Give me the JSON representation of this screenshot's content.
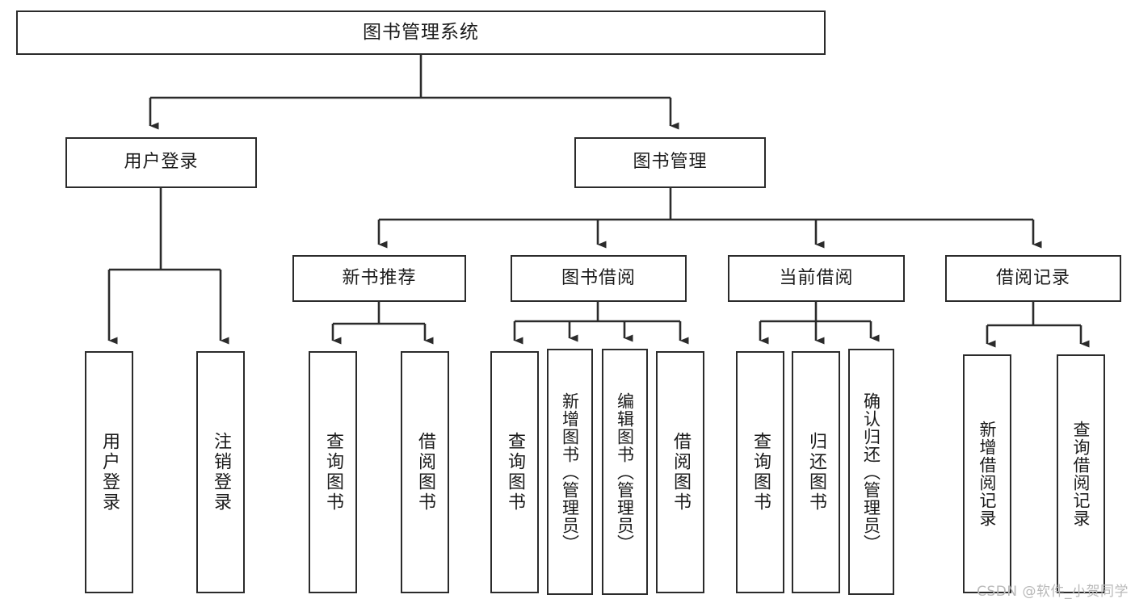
{
  "diagram": {
    "type": "hierarchy-tree",
    "title": "图书管理系统",
    "root": {
      "label": "图书管理系统"
    },
    "level2": [
      {
        "id": "user-login",
        "label": "用户登录"
      },
      {
        "id": "book-manage",
        "label": "图书管理"
      }
    ],
    "level3": [
      {
        "id": "new-book-recommend",
        "label": "新书推荐"
      },
      {
        "id": "book-borrow",
        "label": "图书借阅"
      },
      {
        "id": "current-borrow",
        "label": "当前借阅"
      },
      {
        "id": "borrow-record",
        "label": "借阅记录"
      }
    ],
    "leaves": {
      "user_login": [
        {
          "id": "leaf-user-login",
          "label": "用户登录"
        },
        {
          "id": "leaf-logout-login",
          "label": "注销登录"
        }
      ],
      "new_book_recommend": [
        {
          "id": "leaf-query-book-1",
          "label": "查询图书"
        },
        {
          "id": "leaf-borrow-book-1",
          "label": "借阅图书"
        }
      ],
      "book_borrow": [
        {
          "id": "leaf-query-book-2",
          "label": "查询图书"
        },
        {
          "id": "leaf-add-book",
          "label": "新增图书（管理员）"
        },
        {
          "id": "leaf-edit-book",
          "label": "编辑图书（管理员）"
        },
        {
          "id": "leaf-borrow-book-2",
          "label": "借阅图书"
        }
      ],
      "current_borrow": [
        {
          "id": "leaf-query-book-3",
          "label": "查询图书"
        },
        {
          "id": "leaf-return-book",
          "label": "归还图书"
        },
        {
          "id": "leaf-confirm-return",
          "label": "确认归还（管理员）"
        }
      ],
      "borrow_record": [
        {
          "id": "leaf-add-record",
          "label": "新增借阅记录"
        },
        {
          "id": "leaf-query-record",
          "label": "查询借阅记录"
        }
      ]
    }
  },
  "watermark": {
    "text": "CSDN @软件_小贺同学"
  },
  "colors": {
    "stroke": "#2b2b2b",
    "box_fill": "#ffffff",
    "text": "#1b1b1b",
    "watermark": "#b9b9b9",
    "background": "#ffffff"
  }
}
